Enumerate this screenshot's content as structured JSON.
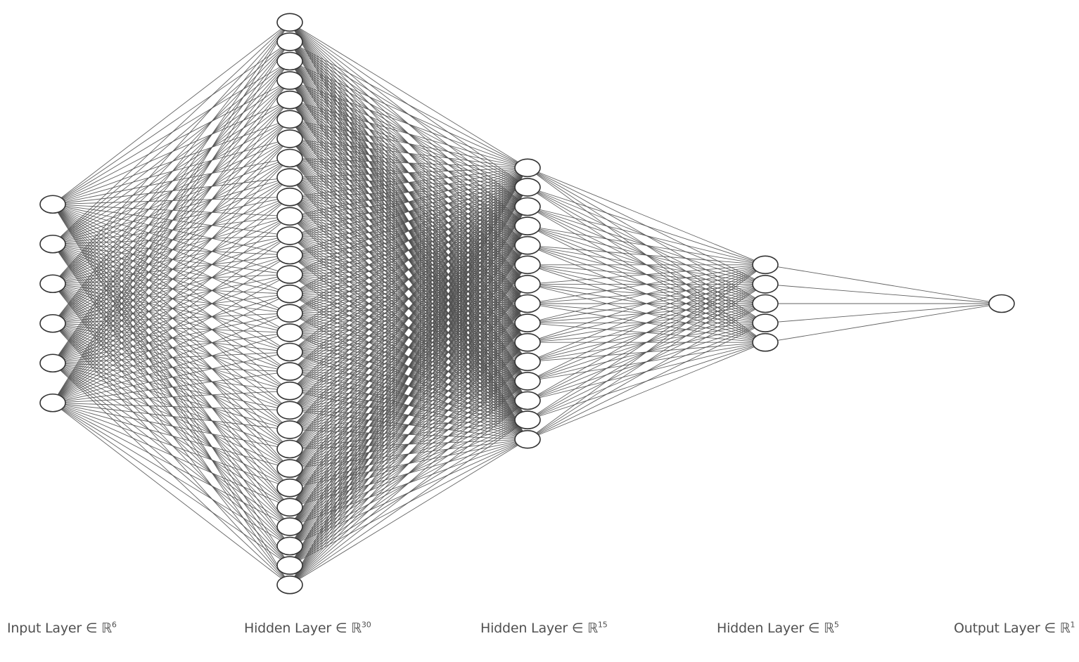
{
  "diagram": {
    "type": "fully-connected-neural-network",
    "colors": {
      "edge": "#505050",
      "node_fill": "#ffffff",
      "node_stroke": "#333333",
      "label": "#505050"
    },
    "layers": [
      {
        "text": "Input Layer ∈ ℝ",
        "dim": "6",
        "size": 6
      },
      {
        "text": "Hidden Layer ∈ ℝ",
        "dim": "30",
        "size": 30
      },
      {
        "text": "Hidden Layer ∈ ℝ",
        "dim": "15",
        "size": 15
      },
      {
        "text": "Hidden Layer ∈ ℝ",
        "dim": "5",
        "size": 5
      },
      {
        "text": "Output Layer ∈ ℝ",
        "dim": "1",
        "size": 1
      }
    ]
  }
}
